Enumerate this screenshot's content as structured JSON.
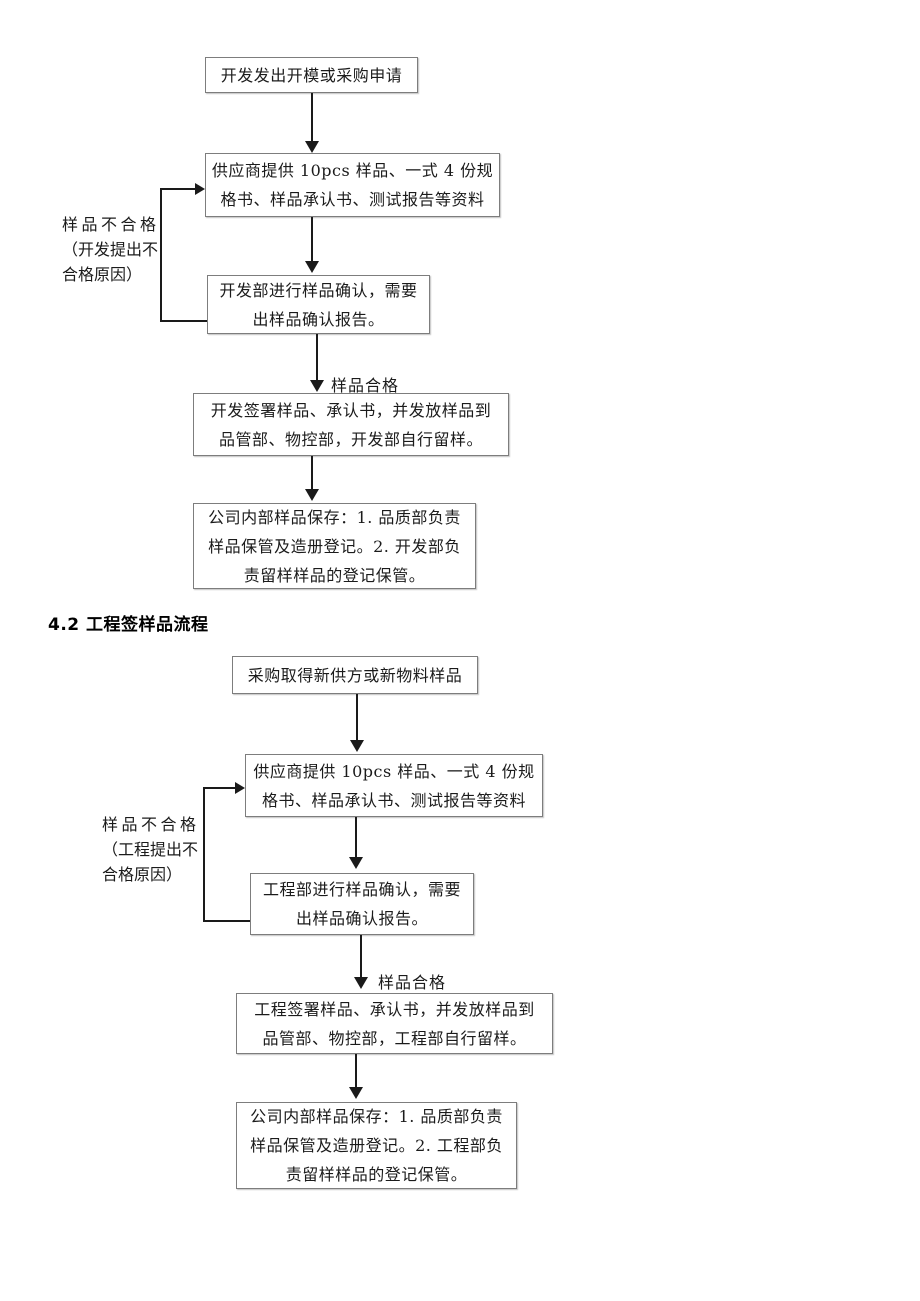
{
  "heading": {
    "section_title": "4.2 工程签样品流程"
  },
  "flow_dev": {
    "box_request": {
      "lines": [
        "开发发出开模或采购申请"
      ]
    },
    "box_supplier": {
      "lines": [
        "供应商提供 10pcs 样品、一式 4 份规",
        "格书、样品承认书、测试报告等资料"
      ]
    },
    "box_confirm": {
      "lines": [
        "开发部进行样品确认，需要",
        "出样品确认报告。"
      ]
    },
    "box_sign": {
      "lines": [
        "开发签署样品、承认书，并发放样品到",
        "品管部、物控部，开发部自行留样。"
      ]
    },
    "box_storage": {
      "lines": [
        "公司内部样品保存：1. 品质部负责",
        "样品保管及造册登记。2. 开发部负",
        "责留样样品的登记保管。"
      ]
    },
    "pass_label": "样品合格",
    "reject_label": {
      "lines": [
        "样品不合格",
        "（开发提出不",
        "合格原因）"
      ]
    }
  },
  "flow_eng": {
    "box_request": {
      "lines": [
        "采购取得新供方或新物料样品"
      ]
    },
    "box_supplier": {
      "lines": [
        "供应商提供 10pcs 样品、一式 4 份规",
        "格书、样品承认书、测试报告等资料"
      ]
    },
    "box_confirm": {
      "lines": [
        "工程部进行样品确认，需要",
        "出样品确认报告。"
      ]
    },
    "box_sign": {
      "lines": [
        "工程签署样品、承认书，并发放样品到",
        "品管部、物控部，工程部自行留样。"
      ]
    },
    "box_storage": {
      "lines": [
        "公司内部样品保存：1. 品质部负责",
        "样品保管及造册登记。2. 工程部负",
        "责留样样品的登记保管。"
      ]
    },
    "pass_label": "样品合格",
    "reject_label": {
      "lines": [
        "样品不合格",
        "（工程提出不",
        "合格原因）"
      ]
    }
  },
  "colors": {
    "box_border": "#7d7d7d",
    "line": "#1a1a1a",
    "text": "#1b1b1b",
    "background": "#ffffff"
  }
}
